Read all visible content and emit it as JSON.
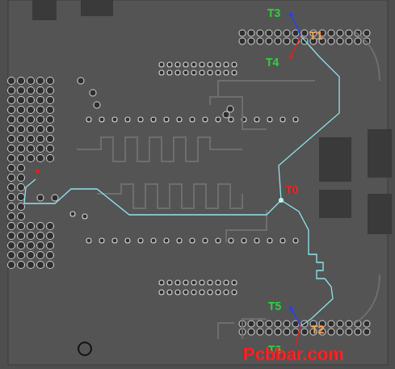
{
  "diagram": {
    "labels": [
      "T3",
      "T1",
      "T4",
      "T0",
      "T5",
      "T2",
      "T6",
      "Pcbbar.com"
    ]
  }
}
